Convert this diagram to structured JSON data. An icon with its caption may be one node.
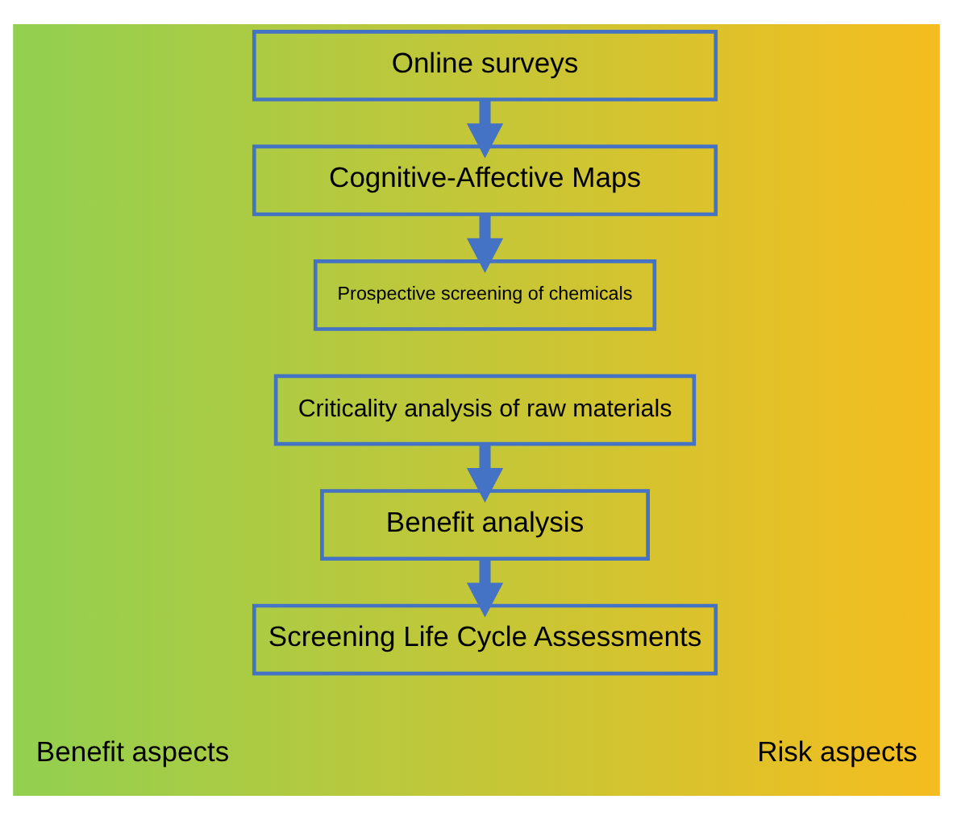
{
  "diagram": {
    "nodes": [
      {
        "text": [
          "Online surveys"
        ]
      },
      {
        "text": [
          "Cognitive-Affective Maps"
        ]
      },
      {
        "text": [
          "Prospective screening of chemicals"
        ]
      },
      {
        "text": [
          "Criticality analysis of raw materials"
        ]
      },
      {
        "text": [
          "Benefit analysis"
        ]
      },
      {
        "text": [
          "Screening Life Cycle Assessments"
        ]
      }
    ],
    "edges": [
      {
        "from": 0,
        "to": 1,
        "arrow": "to"
      },
      {
        "from": 1,
        "to": 2,
        "arrow": "to"
      },
      {
        "from": 3,
        "to": 4,
        "arrow": "to"
      },
      {
        "from": 4,
        "to": 5,
        "arrow": "to"
      }
    ],
    "labels": [
      "Benefit aspects",
      "Risk aspects"
    ]
  }
}
